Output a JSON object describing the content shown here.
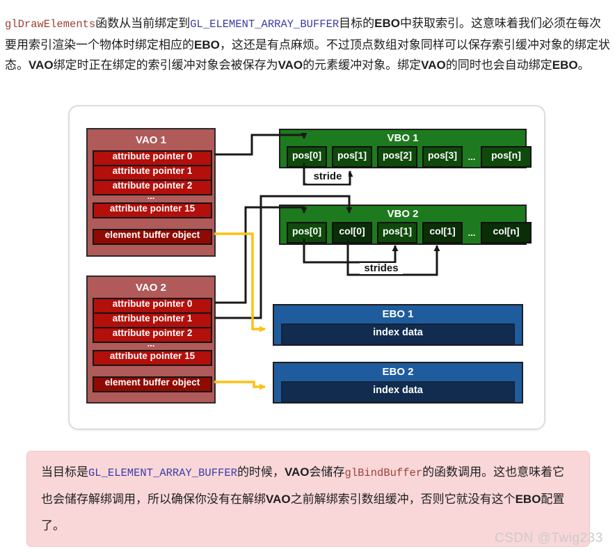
{
  "colors": {
    "text": "#1e1e1e",
    "code_red": "#9e4036",
    "code_blue": "#3a3aa8",
    "figure_border": "#d9dde2",
    "vao_bg": "#b05a5a",
    "row_red": "#b30f0b",
    "ebo_row_red": "#8f0b02",
    "vbo_green": "#1e7a1e",
    "cell_green": "#0f4a0c",
    "cell_green_dark": "#0a2e08",
    "ebo_blue": "#1f5c9d",
    "ebo_inner": "#122c50",
    "arrow_black": "#181818",
    "arrow_yellow": "#fdc013",
    "note_bg": "#f9d7d9",
    "watermark": "#cbcbcb"
  },
  "paragraph": {
    "runs": [
      {
        "type": "code_fun",
        "text": "glDrawElements"
      },
      {
        "type": "text",
        "text": "函数从当前绑定到"
      },
      {
        "type": "code_var",
        "text": "GL_ELEMENT_ARRAY_BUFFER"
      },
      {
        "type": "text",
        "text": "目标的"
      },
      {
        "type": "bold",
        "text": "EBO"
      },
      {
        "type": "text",
        "text": "中获取索引。这意味着我们必须在每次要用索引渲染一个物体时绑定相应的"
      },
      {
        "type": "bold",
        "text": "EBO"
      },
      {
        "type": "text",
        "text": "，这还是有点麻烦。不过顶点数组对象同样可以保存索引缓冲对象的绑定状态。"
      },
      {
        "type": "bold",
        "text": "VAO"
      },
      {
        "type": "text",
        "text": "绑定时正在绑定的索引缓冲对象会被保存为"
      },
      {
        "type": "bold",
        "text": "VAO"
      },
      {
        "type": "text",
        "text": "的元素缓冲对象。绑定"
      },
      {
        "type": "bold",
        "text": "VAO"
      },
      {
        "type": "text",
        "text": "的同时也会自动绑定"
      },
      {
        "type": "bold",
        "text": "EBO"
      },
      {
        "type": "text",
        "text": "。"
      }
    ]
  },
  "figure": {
    "vao1": {
      "title": "VAO 1",
      "rows": [
        "attribute pointer 0",
        "attribute pointer 1",
        "attribute pointer 2"
      ],
      "dots": "...",
      "row15": "attribute pointer 15",
      "ebo_row": "element buffer object"
    },
    "vao2": {
      "title": "VAO 2",
      "rows": [
        "attribute pointer 0",
        "attribute pointer 1",
        "attribute pointer 2"
      ],
      "dots": "...",
      "row15": "attribute pointer 15",
      "ebo_row": "element buffer object"
    },
    "vbo1": {
      "title": "VBO 1",
      "cells": [
        "pos[0]",
        "pos[1]",
        "pos[2]",
        "pos[3]"
      ],
      "dots": "...",
      "last_cell": "pos[n]",
      "bracket_label": "stride"
    },
    "vbo2": {
      "title": "VBO 2",
      "cells": [
        "pos[0]",
        "col[0]",
        "pos[1]",
        "col[1]"
      ],
      "dots": "...",
      "last_cell": "col[n]",
      "bracket_label": "strides"
    },
    "ebo1": {
      "title": "EBO 1",
      "content": "index data"
    },
    "ebo2": {
      "title": "EBO 2",
      "content": "index data"
    }
  },
  "note": {
    "runs": [
      {
        "type": "text",
        "text": "当目标是"
      },
      {
        "type": "code_var",
        "text": "GL_ELEMENT_ARRAY_BUFFER"
      },
      {
        "type": "text",
        "text": "的时候，"
      },
      {
        "type": "bold",
        "text": "VAO"
      },
      {
        "type": "text",
        "text": "会储存"
      },
      {
        "type": "code_fun",
        "text": "glBindBuffer"
      },
      {
        "type": "text",
        "text": "的函数调用。这也意味着它也会储存解绑调用，所以确保你没有在解绑"
      },
      {
        "type": "bold",
        "text": "VAO"
      },
      {
        "type": "text",
        "text": "之前解绑索引数组缓冲，否则它就没有这个"
      },
      {
        "type": "bold",
        "text": "EBO"
      },
      {
        "type": "text",
        "text": "配置了。"
      }
    ]
  },
  "watermark": "CSDN @Twig233"
}
